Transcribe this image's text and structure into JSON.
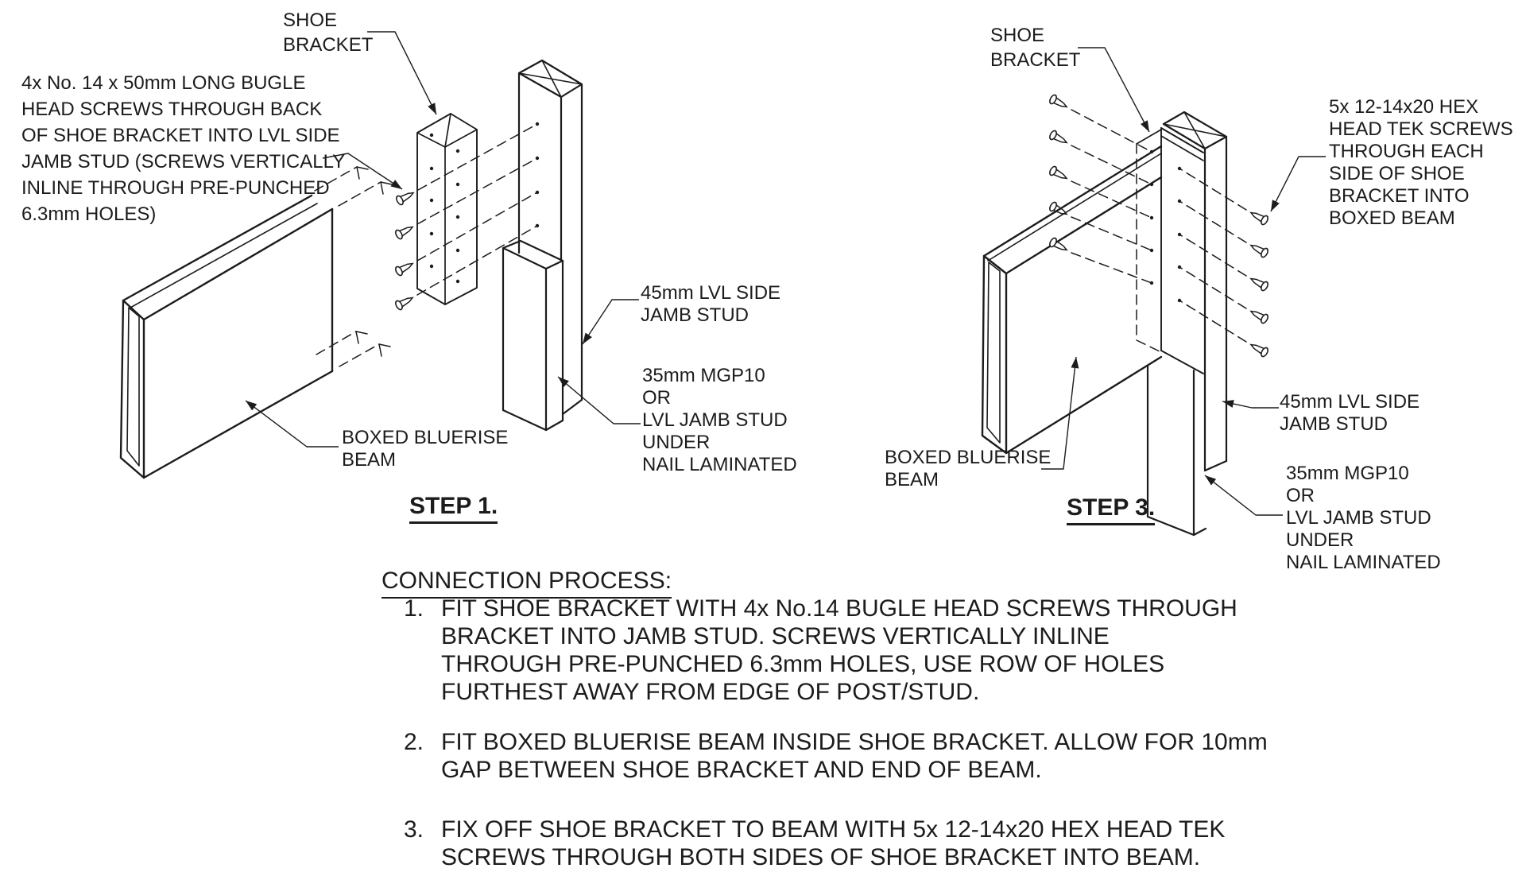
{
  "colors": {
    "ink": "#1c1c1c",
    "background": "#ffffff"
  },
  "step1": {
    "title": "STEP 1.",
    "labels": {
      "screw_note": "4x No. 14 x 50mm LONG BUGLE\nHEAD SCREWS THROUGH BACK\nOF SHOE BRACKET INTO LVL SIDE\nJAMB STUD (SCREWS VERTICALLY\nINLINE THROUGH PRE-PUNCHED\n6.3mm HOLES)",
      "shoe_bracket": "SHOE\nBRACKET",
      "jamb_stud": "45mm LVL SIDE\nJAMB STUD",
      "stud_under": "35mm MGP10\nOR\nLVL JAMB STUD\nUNDER\nNAIL LAMINATED",
      "beam": "BOXED BLUERISE\nBEAM"
    }
  },
  "step3": {
    "title": "STEP 3.",
    "labels": {
      "shoe_bracket": "SHOE\nBRACKET",
      "tek_screws": "5x 12-14x20 HEX\nHEAD TEK SCREWS\nTHROUGH EACH\nSIDE OF SHOE\nBRACKET INTO\nBOXED BEAM",
      "jamb_stud": "45mm LVL SIDE\nJAMB STUD",
      "stud_under": "35mm MGP10\nOR\nLVL JAMB STUD\nUNDER\nNAIL LAMINATED",
      "beam": "BOXED BLUERISE\nBEAM"
    }
  },
  "process": {
    "heading": "CONNECTION PROCESS:",
    "items": [
      {
        "num": "1.",
        "text": "FIT SHOE BRACKET WITH 4x No.14 BUGLE HEAD SCREWS THROUGH\nBRACKET INTO JAMB STUD. SCREWS VERTICALLY INLINE\nTHROUGH PRE-PUNCHED 6.3mm HOLES, USE ROW OF HOLES\nFURTHEST AWAY FROM EDGE OF POST/STUD."
      },
      {
        "num": "2.",
        "text": "FIT BOXED BLUERISE BEAM INSIDE SHOE BRACKET. ALLOW FOR 10mm\nGAP BETWEEN SHOE BRACKET AND END OF BEAM."
      },
      {
        "num": "3.",
        "text": "FIX OFF SHOE BRACKET TO BEAM WITH 5x 12-14x20 HEX HEAD TEK\nSCREWS THROUGH BOTH SIDES OF SHOE BRACKET INTO BEAM."
      }
    ]
  }
}
